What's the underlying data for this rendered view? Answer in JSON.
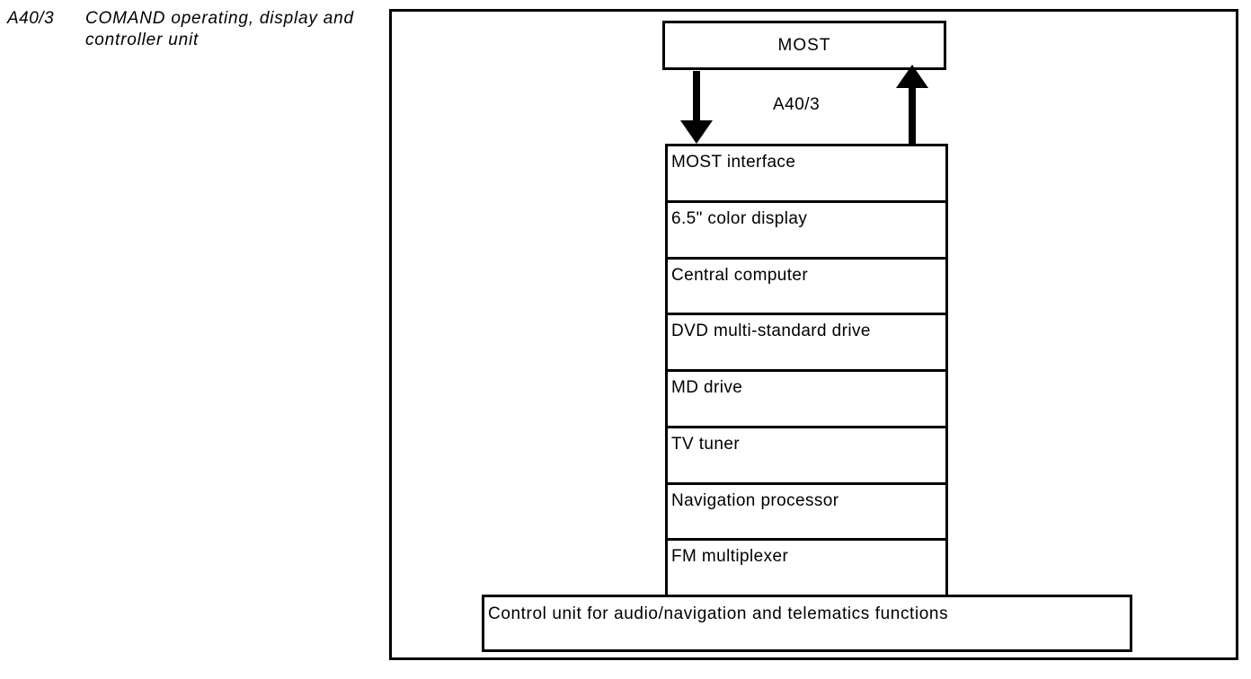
{
  "page": {
    "background_color": "#ffffff",
    "ink_color": "#000000"
  },
  "caption": {
    "term": "A40/3",
    "description_lines": [
      "COMAND operating, display and",
      "controller unit"
    ]
  },
  "diagram": {
    "top_box_label": "MOST",
    "bus_label": "A40/3",
    "arrows": [
      {
        "name": "most-to-unit",
        "direction": "down"
      },
      {
        "name": "unit-to-most",
        "direction": "up"
      }
    ],
    "stack_items": [
      "MOST interface",
      "6.5\" color display",
      "Central computer",
      "DVD multi-standard drive",
      "MD drive",
      "TV tuner",
      "Navigation processor",
      "FM multiplexer"
    ],
    "bottom_box_label": "Control unit for audio/navigation and telematics functions"
  }
}
